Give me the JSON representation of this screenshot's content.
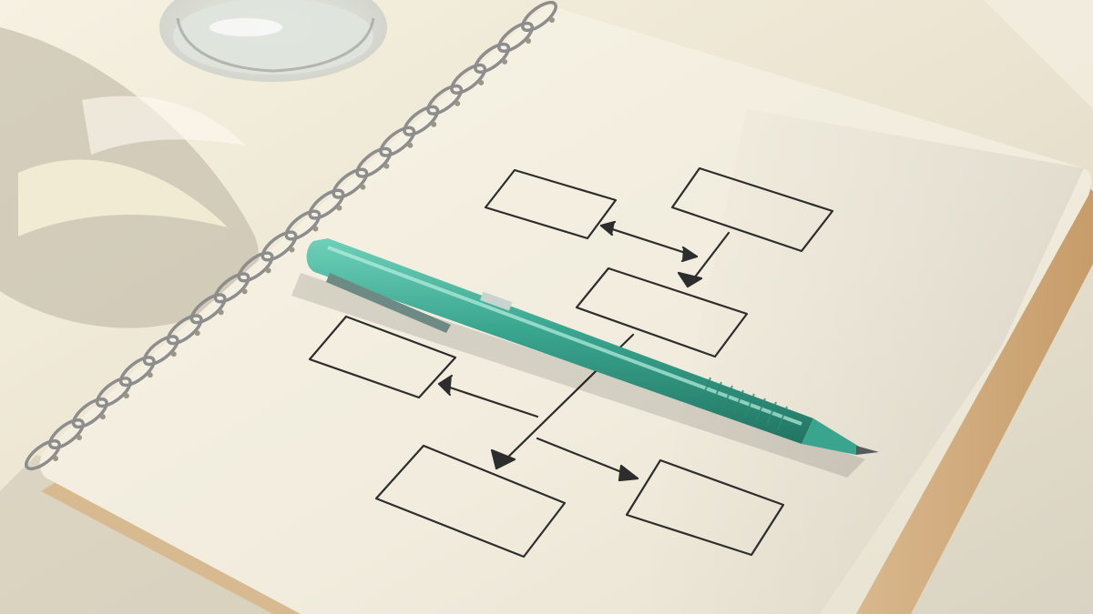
{
  "scene": {
    "objects": [
      "spiral-notebook",
      "hand-drawn-flowchart",
      "teal-ballpoint-pen",
      "glass-of-water"
    ],
    "colors": {
      "desk": "#ece6d4",
      "paper": "#f4f0e2",
      "ink": "#2a2a2a",
      "pen": "#3aa58f",
      "spiral": "#8d8d8d"
    },
    "flowchart": {
      "box_count": 6,
      "arrow_count": 5
    }
  }
}
